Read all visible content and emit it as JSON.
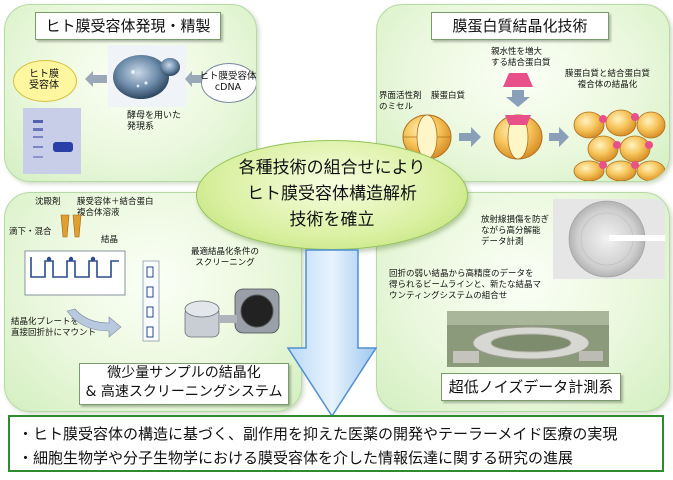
{
  "center": {
    "line1": "各種技術の組合せにより",
    "line2": "ヒト膜受容体構造解析",
    "line3": "技術を確立"
  },
  "top_left": {
    "title": "ヒト膜受容体発現・精製",
    "label_receptor": "ヒト膜\n受容体",
    "label_cdna": "ヒト膜受容体\ncDNA",
    "label_yeast": "酵母を用いた\n発現系"
  },
  "top_right": {
    "title": "膜蛋白質結晶化技術",
    "label_micelle": "界面活性剤\nのミセル",
    "label_membrane_protein": "膜蛋白質",
    "label_hydrophilic": "親水性を増大\nする結合蛋白質",
    "label_complex": "膜蛋白質と結合蛋白質\n複合体の結晶化"
  },
  "bottom_left": {
    "title": "微少量サンプルの結晶化\n& 高速スクリーニングシステム",
    "label_precipitant": "沈殿剤",
    "label_receptor_solution": "膜受容体＋結合蛋白\n複合体溶液",
    "label_drop_mix": "滴下・混合",
    "label_crystal": "結晶",
    "label_screening": "最適結晶化条件の\nスクリーニング",
    "label_plate": "結晶化プレートを\n直接回折計にマウント"
  },
  "bottom_right": {
    "title": "超低ノイズデータ計測系",
    "label_radiation": "放射線損傷を防ぎ\nながら高分解能\nデータ計測",
    "label_beamline": "回折の弱い結晶から高精度のデータを\n得られるビームラインと、新たな結晶マ\nウンティングシステムの組合せ"
  },
  "bottom": {
    "bullet1": "・ヒト膜受容体の構造に基づく、副作用を抑えた医薬の開発やテーラーメイド医療の実現",
    "bullet2": "・細胞生物学や分子生物学における膜受容体を介した情報伝達に関する研究の進展"
  },
  "colors": {
    "panel_green": "#e3f5d3",
    "border_green": "#2e8b2e",
    "arrow_blue": "#9cc7f0",
    "protein_orange": "#f2b23a",
    "binding_pink": "#e8508a",
    "gel_blue": "#2a3fa8"
  }
}
